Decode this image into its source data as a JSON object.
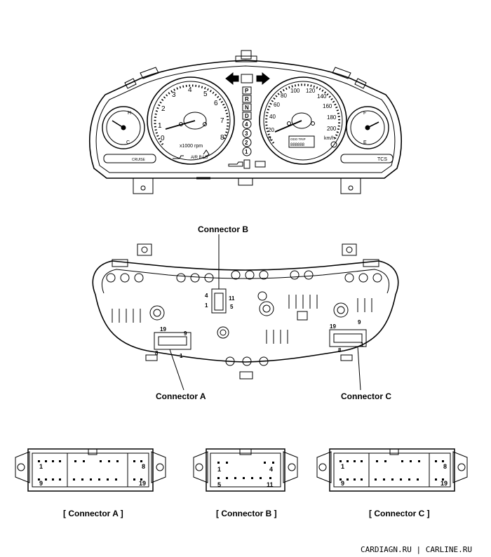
{
  "labels": {
    "connector_b_top": "Connector B",
    "connector_a_mid": "Connector A",
    "connector_c_mid": "Connector C",
    "caption_a": "[ Connector A ]",
    "caption_b": "[ Connector B ]",
    "caption_c": "[ Connector C ]"
  },
  "watermark": "CARDIAGN.RU | CARLINE.RU",
  "gauges": {
    "tach_unit": "x1000 rpm",
    "tach_ticks": [
      "0",
      "1",
      "2",
      "3",
      "4",
      "5",
      "6",
      "7",
      "8"
    ],
    "speed_unit": "km/h",
    "speed_ticks": [
      "0",
      "20",
      "40",
      "60",
      "80",
      "100",
      "120",
      "140",
      "160",
      "180",
      "200"
    ],
    "temp_hot": "H",
    "temp_cold": "C",
    "fuel_full": "F",
    "fuel_empty": "E",
    "odo_label": "ODO TRIP",
    "odo_value": "888888",
    "gear_indicators": [
      "P",
      "R",
      "N",
      "D",
      "4",
      "3",
      "2",
      "1"
    ],
    "airbag_text": "AIR BAG",
    "cruise_text": "CRUISE",
    "tcs_text": "TCS"
  },
  "pins": {
    "a_top_left": "1",
    "a_top_right": "8",
    "a_bot_left": "9",
    "a_bot_right": "19",
    "b_top_left": "1",
    "b_top_right": "4",
    "b_bot_left": "5",
    "b_bot_right": "11",
    "c_top_left": "1",
    "c_top_right": "8",
    "c_bot_left": "9",
    "c_bot_right": "19",
    "mid_a_19": "19",
    "mid_a_9": "9",
    "mid_a_8": "8",
    "mid_a_1": "1",
    "mid_b_4": "4",
    "mid_b_1": "1",
    "mid_b_5": "5",
    "mid_b_11": "11",
    "mid_c_19": "19",
    "mid_c_9": "9",
    "mid_c_8": "8",
    "mid_c_1": "1"
  }
}
